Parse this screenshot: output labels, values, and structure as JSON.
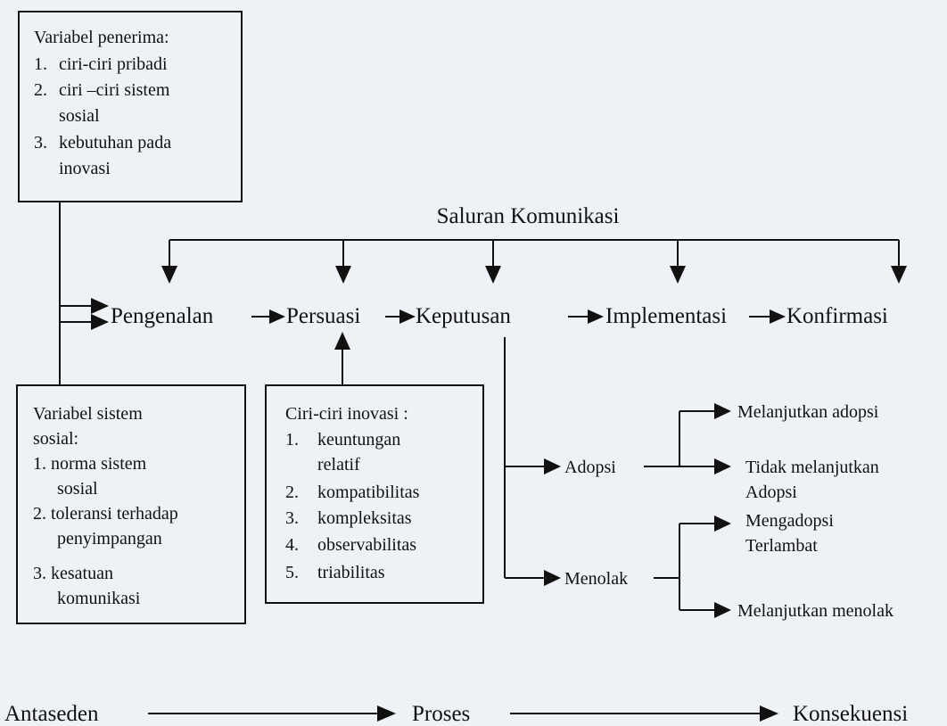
{
  "receiver_box": {
    "title": "Variabel penerima:",
    "items": [
      {
        "num": "1.",
        "lines": [
          "ciri-ciri pribadi"
        ]
      },
      {
        "num": "2.",
        "lines": [
          "ciri –ciri sistem",
          "sosial"
        ]
      },
      {
        "num": "3.",
        "lines": [
          "kebutuhan pada",
          "inovasi"
        ]
      }
    ]
  },
  "channel_label": "Saluran Komunikasi",
  "stages": [
    "Pengenalan",
    "Persuasi",
    "Keputusan",
    "Implementasi",
    "Konfirmasi"
  ],
  "social_box": {
    "title_lines": [
      "Variabel sistem",
      "sosial:"
    ],
    "items": [
      {
        "num": "1.",
        "lines": [
          "norma sistem",
          "sosial"
        ]
      },
      {
        "num": "2.",
        "lines": [
          "toleransi terhadap",
          "penyimpangan"
        ]
      },
      {
        "num": "3.",
        "lines": [
          "kesatuan",
          "komunikasi"
        ]
      }
    ]
  },
  "innovation_box": {
    "title": "Ciri-ciri inovasi :",
    "items": [
      {
        "num": "1.",
        "lines": [
          "keuntungan",
          "relatif"
        ]
      },
      {
        "num": "2.",
        "lines": [
          "kompatibilitas"
        ]
      },
      {
        "num": "3.",
        "lines": [
          "kompleksitas"
        ]
      },
      {
        "num": "4.",
        "lines": [
          "observabilitas"
        ]
      },
      {
        "num": "5.",
        "lines": [
          "triabilitas"
        ]
      }
    ]
  },
  "decision_branches": {
    "adopt": "Adopsi",
    "reject": "Menolak"
  },
  "outcomes": {
    "continue_adoption": "Melanjutkan adopsi",
    "discontinue_line1": "Tidak melanjutkan",
    "discontinue_line2": "Adopsi",
    "later_adoption_line1": "Mengadopsi",
    "later_adoption_line2": "Terlambat",
    "continue_rejection": "Melanjutkan menolak"
  },
  "timeline": [
    "Antaseden",
    "Proses",
    "Konsekuensi"
  ]
}
